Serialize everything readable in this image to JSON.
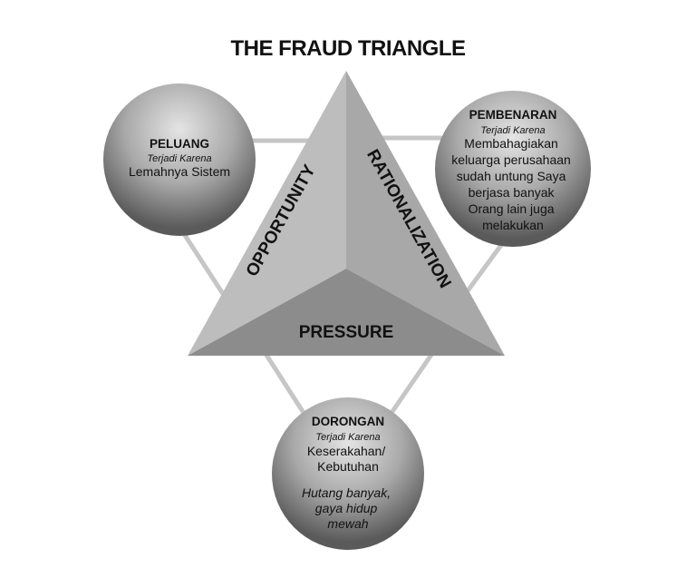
{
  "title": "THE FRAUD TRIANGLE",
  "triangle": {
    "left_face": "OPPORTUNITY",
    "right_face": "RATIONALIZATION",
    "bottom_face": "PRESSURE"
  },
  "circles": {
    "peluang": {
      "heading": "PELUANG",
      "subheading": "Terjadi Karena",
      "body": [
        "Lemahnya Sistem"
      ]
    },
    "pembenaran": {
      "heading": "PEMBENARAN",
      "subheading": "Terjadi Karena",
      "body": [
        "Membahagiakan",
        "keluarga perusahaan",
        "sudah untung Saya",
        "berjasa banyak",
        "Orang lain juga",
        "melakukan"
      ]
    },
    "dorongan": {
      "heading": "DORONGAN",
      "subheading": "Terjadi Karena",
      "body": [
        "Keserakahan/",
        "Kebutuhan"
      ],
      "extra": [
        "Hutang banyak,",
        "gaya hidup",
        "mewah"
      ]
    }
  },
  "colors": {
    "triangle_left": "#bdbdbd",
    "triangle_right": "#a8a8a8",
    "triangle_bottom": "#8c8c8c",
    "connector": "#c6c6c6",
    "circle_light": "#e4e4e4",
    "circle_dark": "#5a5a5a"
  }
}
